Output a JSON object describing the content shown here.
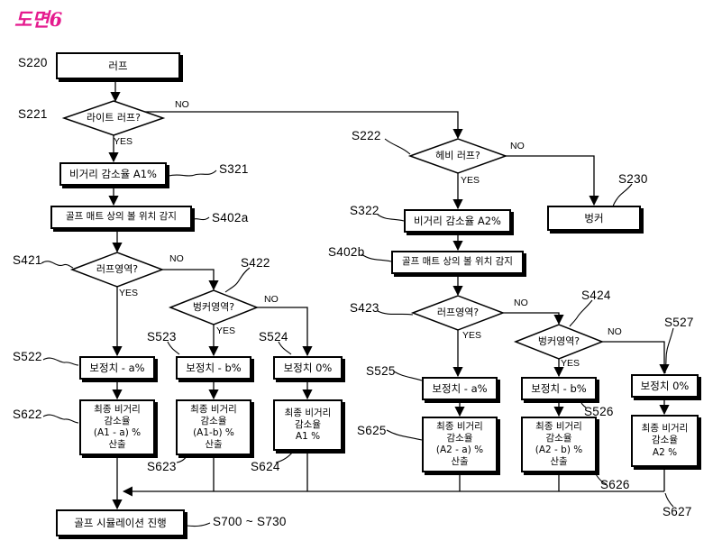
{
  "title": "도면6",
  "colors": {
    "title_pink": "#e51a8e",
    "line": "#000000"
  },
  "labels": {
    "yes": "YES",
    "no": "NO"
  },
  "steps": {
    "s220": "S220",
    "s221": "S221",
    "s222": "S222",
    "s230": "S230",
    "s321": "S321",
    "s322": "S322",
    "s402a": "S402a",
    "s402b": "S402b",
    "s421": "S421",
    "s422": "S422",
    "s423": "S423",
    "s424": "S424",
    "s522": "S522",
    "s523": "S523",
    "s524": "S524",
    "s525": "S525",
    "s526": "S526",
    "s527": "S527",
    "s622": "S622",
    "s623": "S623",
    "s624": "S624",
    "s625": "S625",
    "s626": "S626",
    "s627": "S627",
    "s700": "S700 ~ S730"
  },
  "nodes": {
    "rough": "러프",
    "light_rough": "라이트 러프?",
    "heavy_rough": "헤비 러프?",
    "bunker": "벙커",
    "rate_a1": "비거리 감소율 A1%",
    "rate_a2": "비거리 감소율 A2%",
    "detect_a": "골프 매트 상의 볼 위치 감지",
    "detect_b": "골프 매트 상의 볼 위치 감지",
    "rough_area_1": "러프영역?",
    "bunker_area_1": "벙커영역?",
    "rough_area_2": "러프영역?",
    "bunker_area_2": "벙커영역?",
    "corr_a_1": "보정치 - a%",
    "corr_b_1": "보정치 - b%",
    "corr_0_1": "보정치 0%",
    "corr_a_2": "보정치 - a%",
    "corr_b_2": "보정치 - b%",
    "corr_0_2": "보정치 0%",
    "final_a1_a": "최종 비거리\n감소율\n(A1 - a) %\n산출",
    "final_a1_b": "최종 비거리\n감소율\n(A1-b) %\n산출",
    "final_a1": "최종 비거리\n감소율\nA1 %",
    "final_a2_a": "최종 비거리\n감소율\n(A2 - a) %\n산출",
    "final_a2_b": "최종 비거리\n감소율\n(A2 - b) %\n산출",
    "final_a2": "최종 비거리\n감소율\nA2 %",
    "simulation": "골프 시뮬레이션 진행"
  }
}
